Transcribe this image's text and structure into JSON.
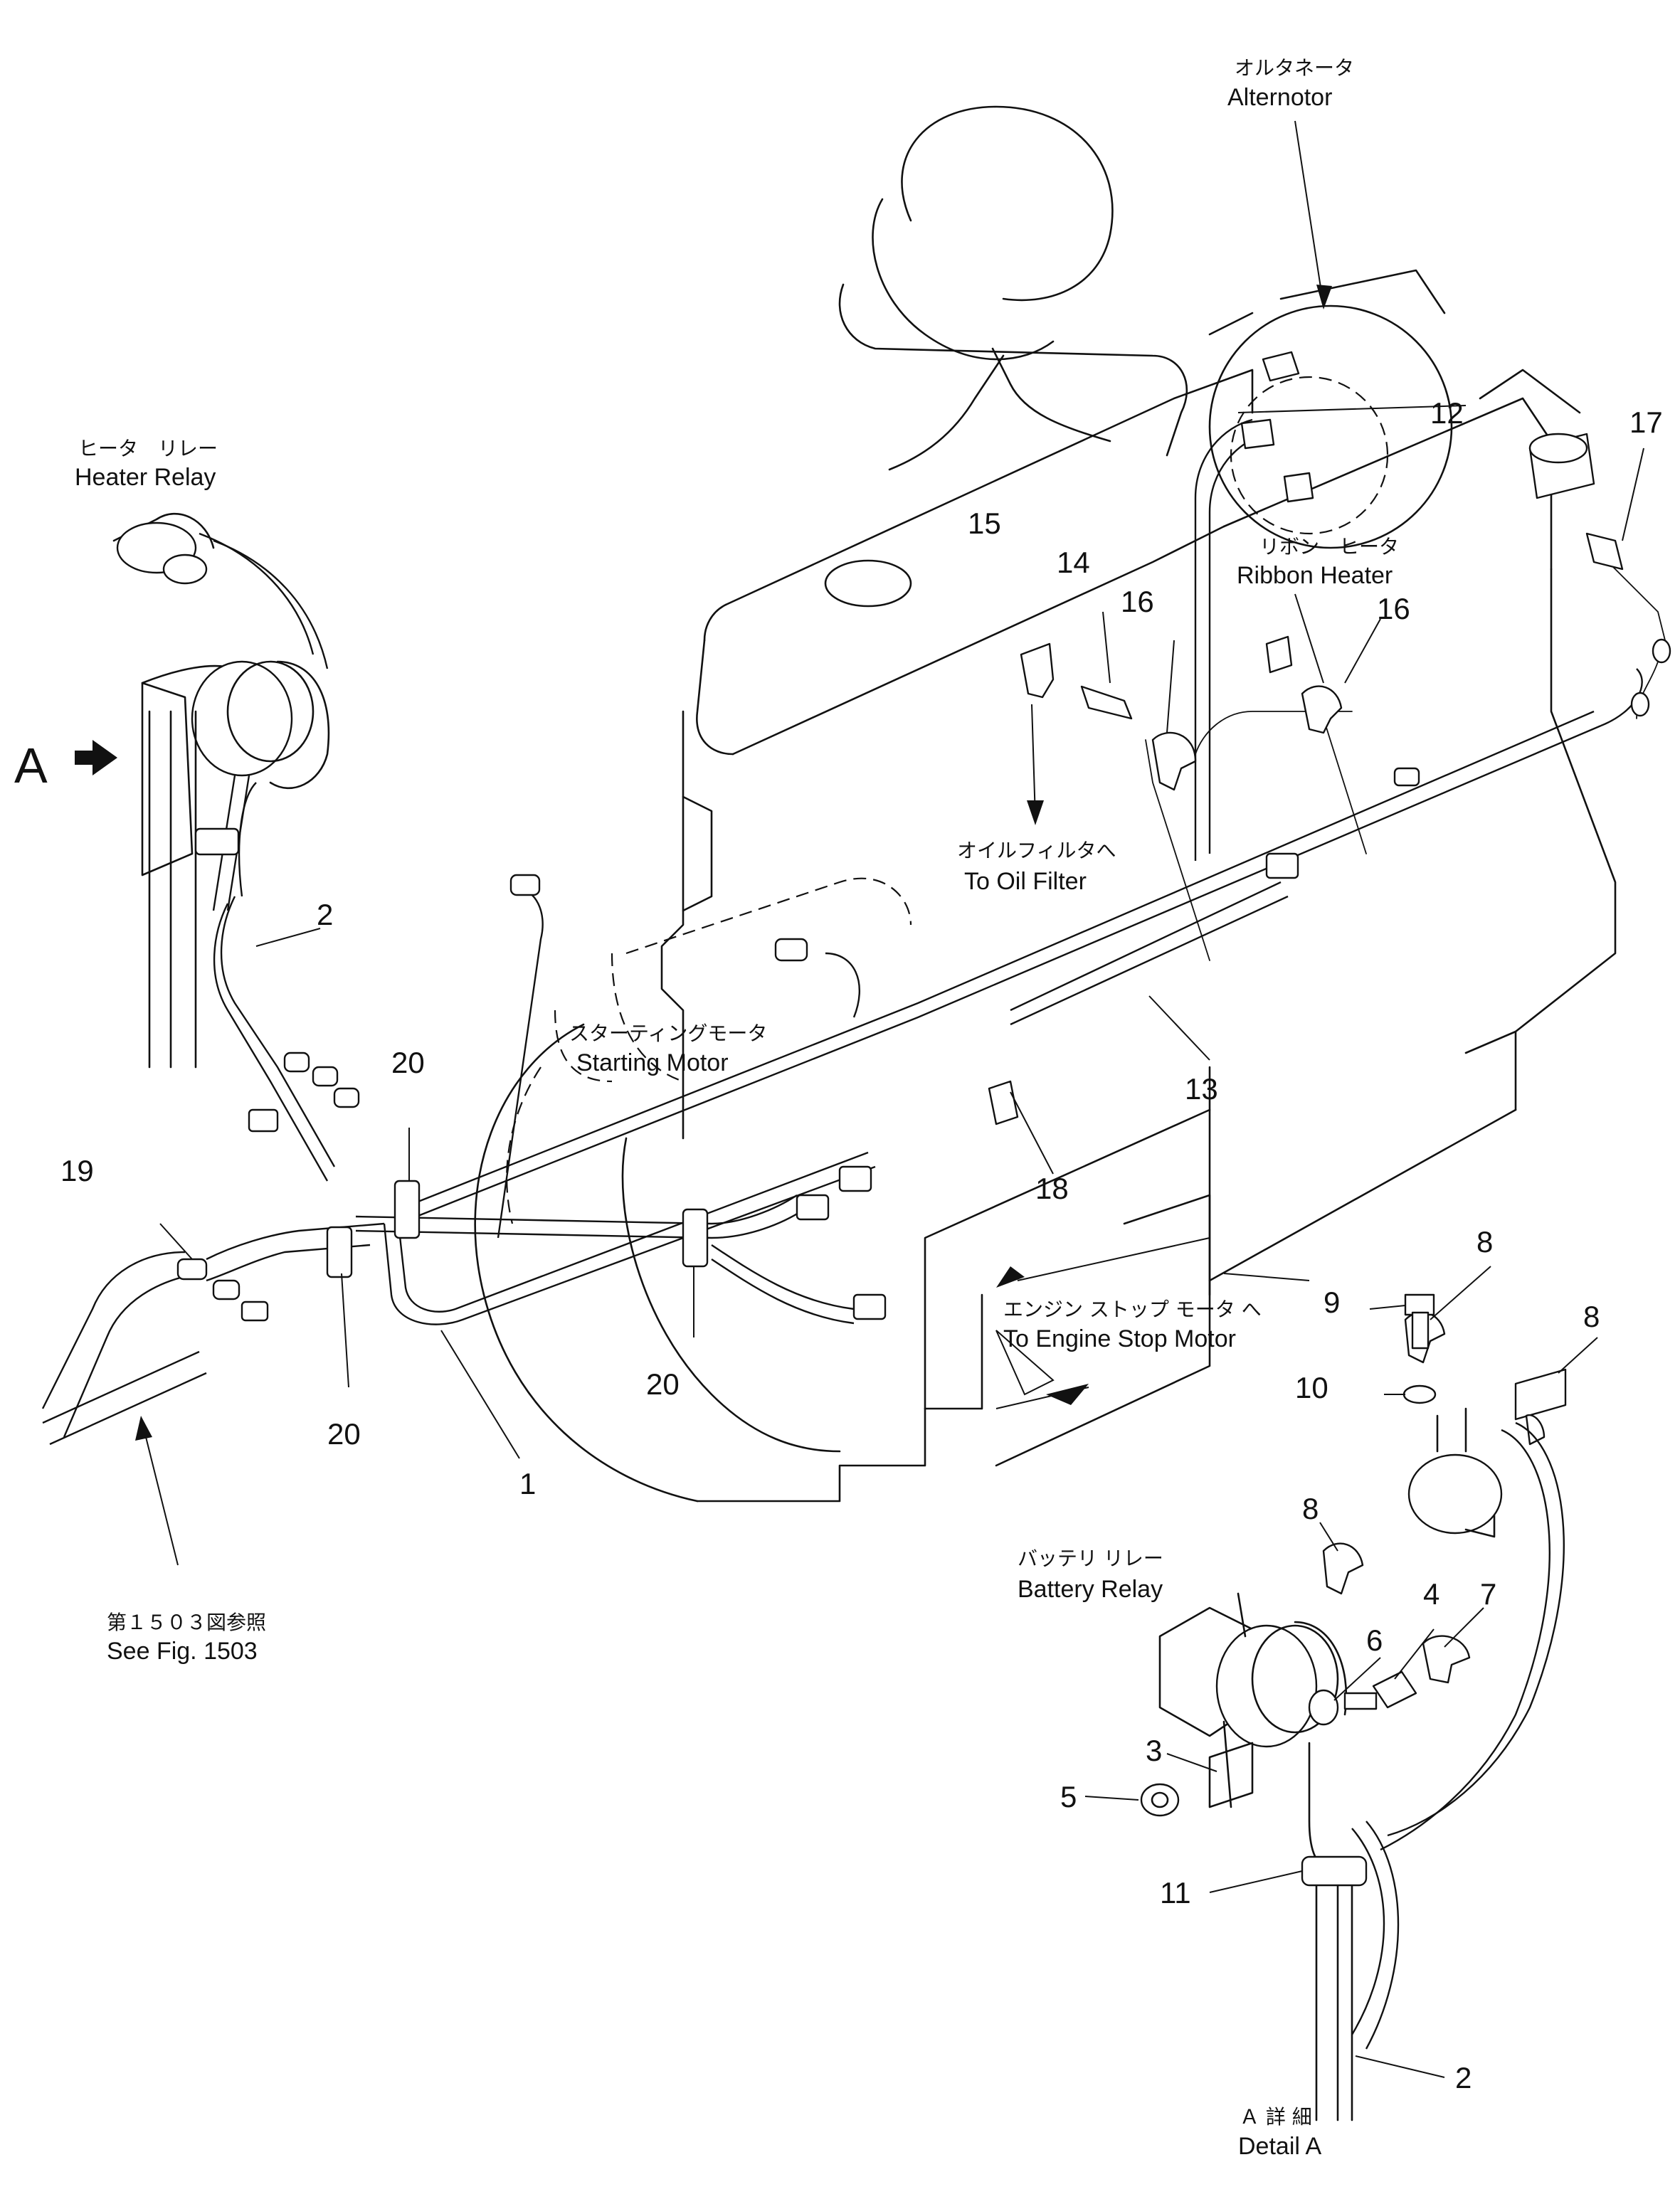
{
  "callouts": {
    "alternator_jp": "オルタネータ",
    "alternator": "Alternotor",
    "heater_relay_jp": "ヒータ　リレー",
    "heater_relay": "Heater Relay",
    "ribbon_heater_jp": "リボン　ヒータ",
    "ribbon_heater": "Ribbon Heater",
    "oil_filter_jp": "オイルフィルタへ",
    "oil_filter": "To Oil Filter",
    "starting_motor_jp": "スターティングモータ",
    "starting_motor": "Starting Motor",
    "engine_stop_jp": "エンジン ストップ モータ へ",
    "engine_stop": "To Engine Stop Motor",
    "see_fig_jp": "第１５０３図参照",
    "see_fig": "See Fig. 1503",
    "battery_relay_jp": "バッテリ リレー",
    "battery_relay": "Battery Relay",
    "detail_a_jp": "Ａ 詳 細",
    "detail_a": "Detail A",
    "view_a": "A"
  },
  "part_numbers": {
    "p1": "1",
    "p2": "2",
    "p2b": "2",
    "p3": "3",
    "p4": "4",
    "p5": "5",
    "p6": "6",
    "p7": "7",
    "p8a": "8",
    "p8b": "8",
    "p8c": "8",
    "p9": "9",
    "p10": "10",
    "p11": "11",
    "p12": "12",
    "p13": "13",
    "p14": "14",
    "p15": "15",
    "p16a": "16",
    "p16b": "16",
    "p17": "17",
    "p18": "18",
    "p19": "19",
    "p20a": "20",
    "p20b": "20",
    "p20c": "20"
  }
}
